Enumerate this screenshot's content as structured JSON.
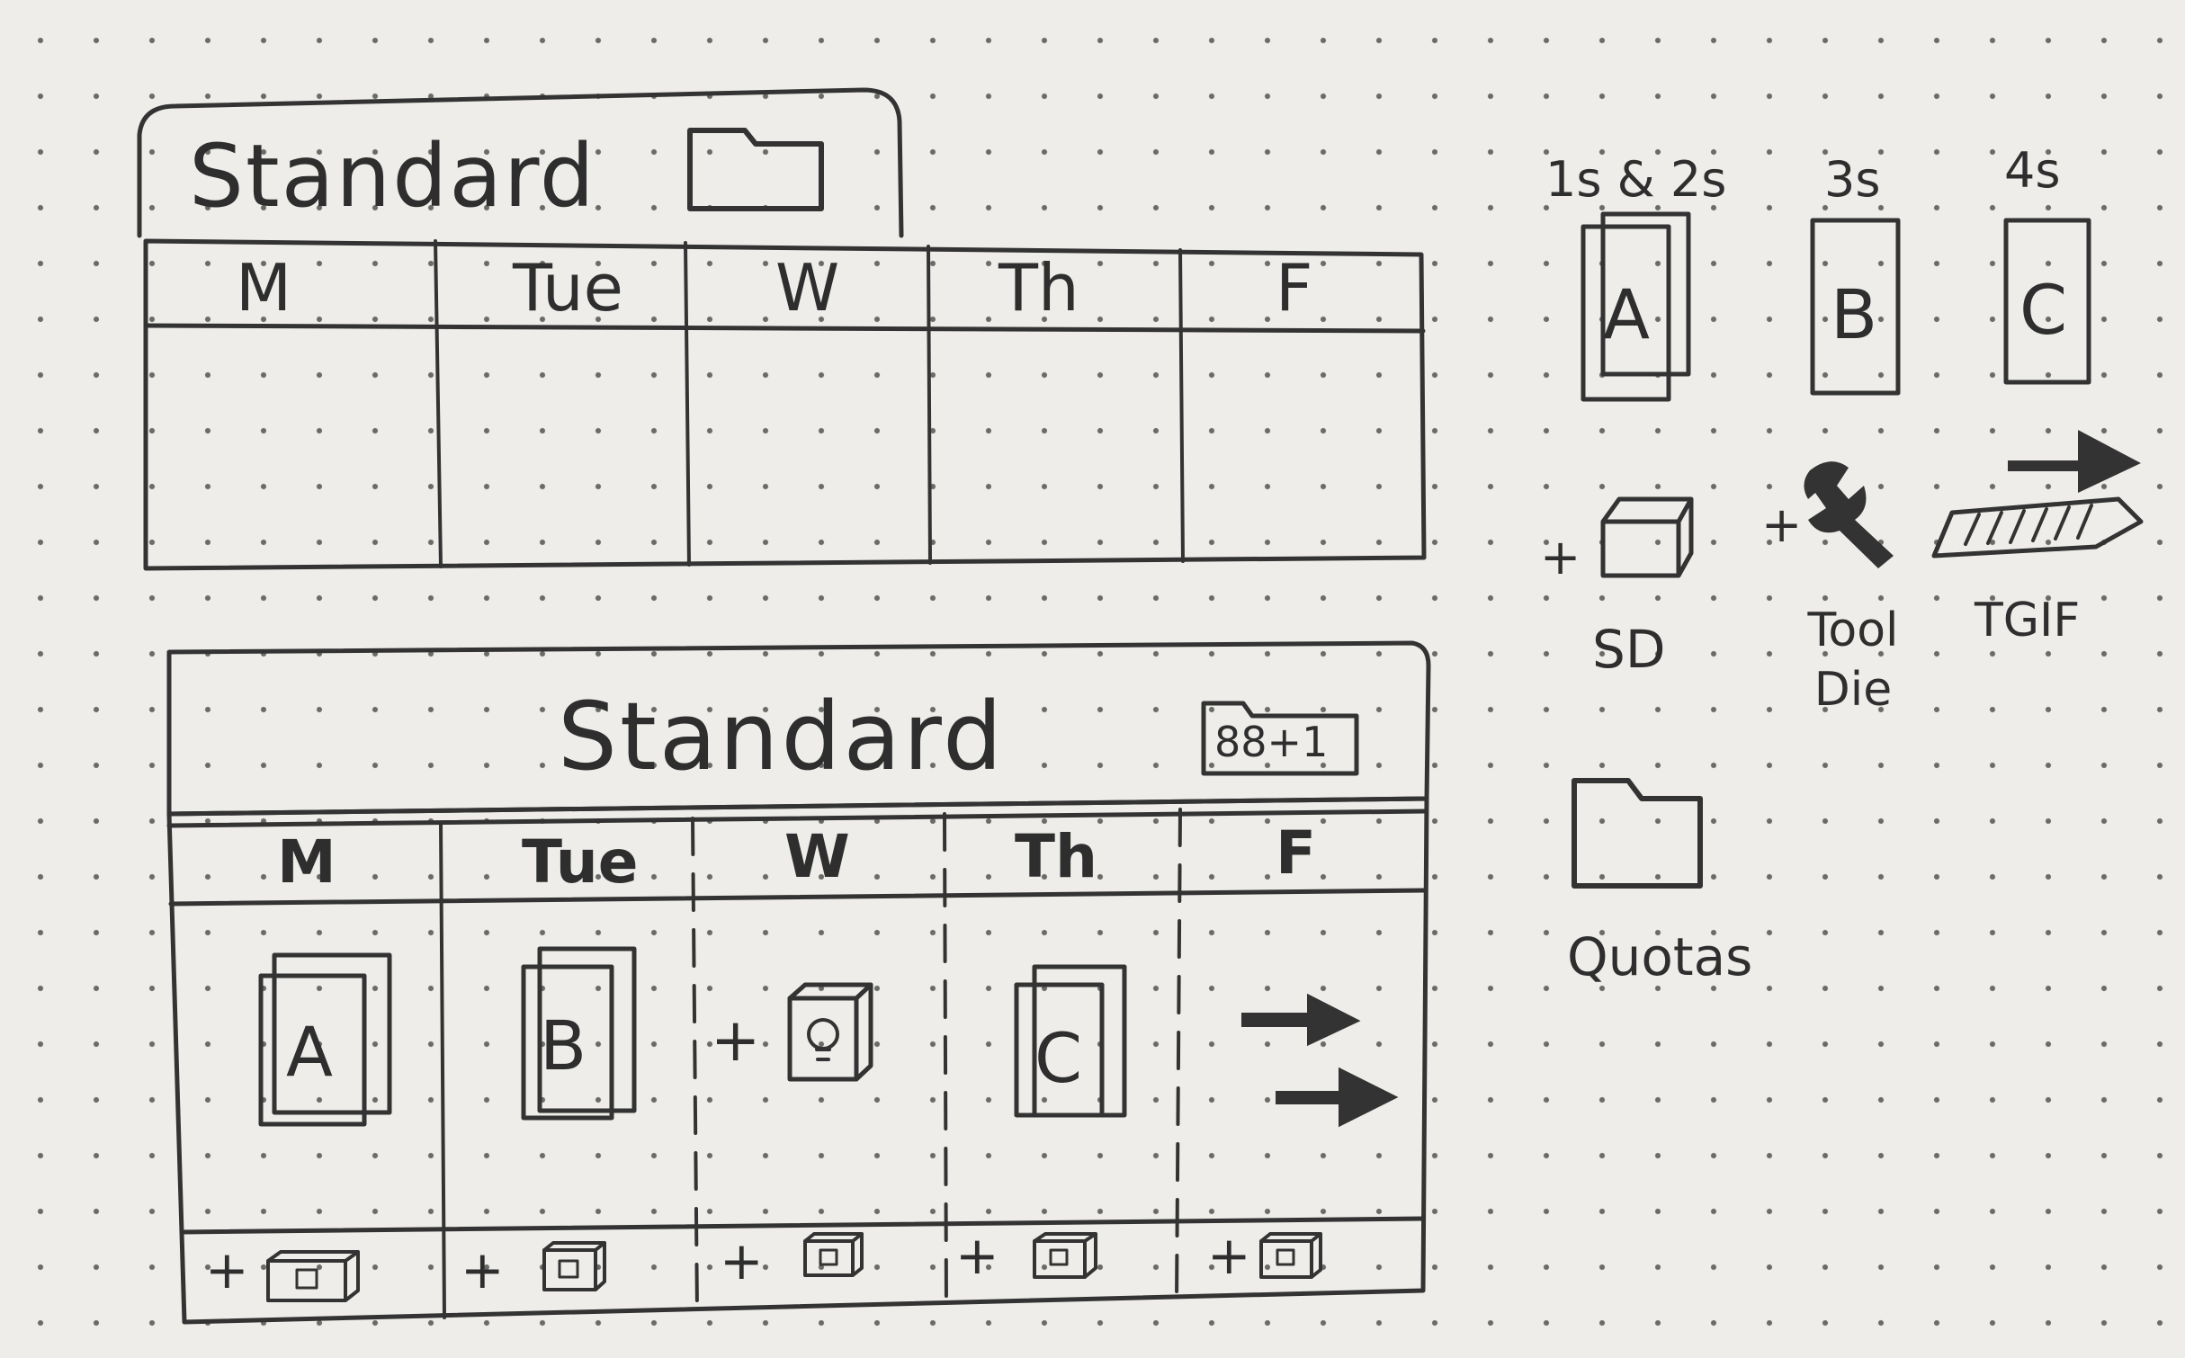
{
  "card1": {
    "title": "Standard",
    "days": [
      "M",
      "Tue",
      "W",
      "Th",
      "F"
    ]
  },
  "card2": {
    "title": "Standard",
    "badge": "88+1",
    "days": [
      "M",
      "Tue",
      "W",
      "Th",
      "F"
    ],
    "cells": [
      {
        "icon": "stacked-card-icon",
        "letter": "A"
      },
      {
        "icon": "stacked-card-icon",
        "letter": "B"
      },
      {
        "icon": "lightbulb-box-icon",
        "prefix": "+"
      },
      {
        "icon": "stacked-card-icon",
        "letter": "C"
      },
      {
        "icon": "double-arrow-icon"
      }
    ],
    "footer_add": "+"
  },
  "legend": {
    "groups": [
      {
        "header": "1s & 2s",
        "letter": "A"
      },
      {
        "header": "3s",
        "letter": "B"
      },
      {
        "header": "4s",
        "letter": "C"
      }
    ],
    "tools": [
      {
        "prefix": "+",
        "label": "SD",
        "icon": "box-icon"
      },
      {
        "prefix": "+",
        "label": "Tool Die",
        "icon": "wrench-icon"
      },
      {
        "label": "TGIF",
        "icon": "conveyor-arrow-icon"
      }
    ],
    "folder_label": "Quotas"
  }
}
